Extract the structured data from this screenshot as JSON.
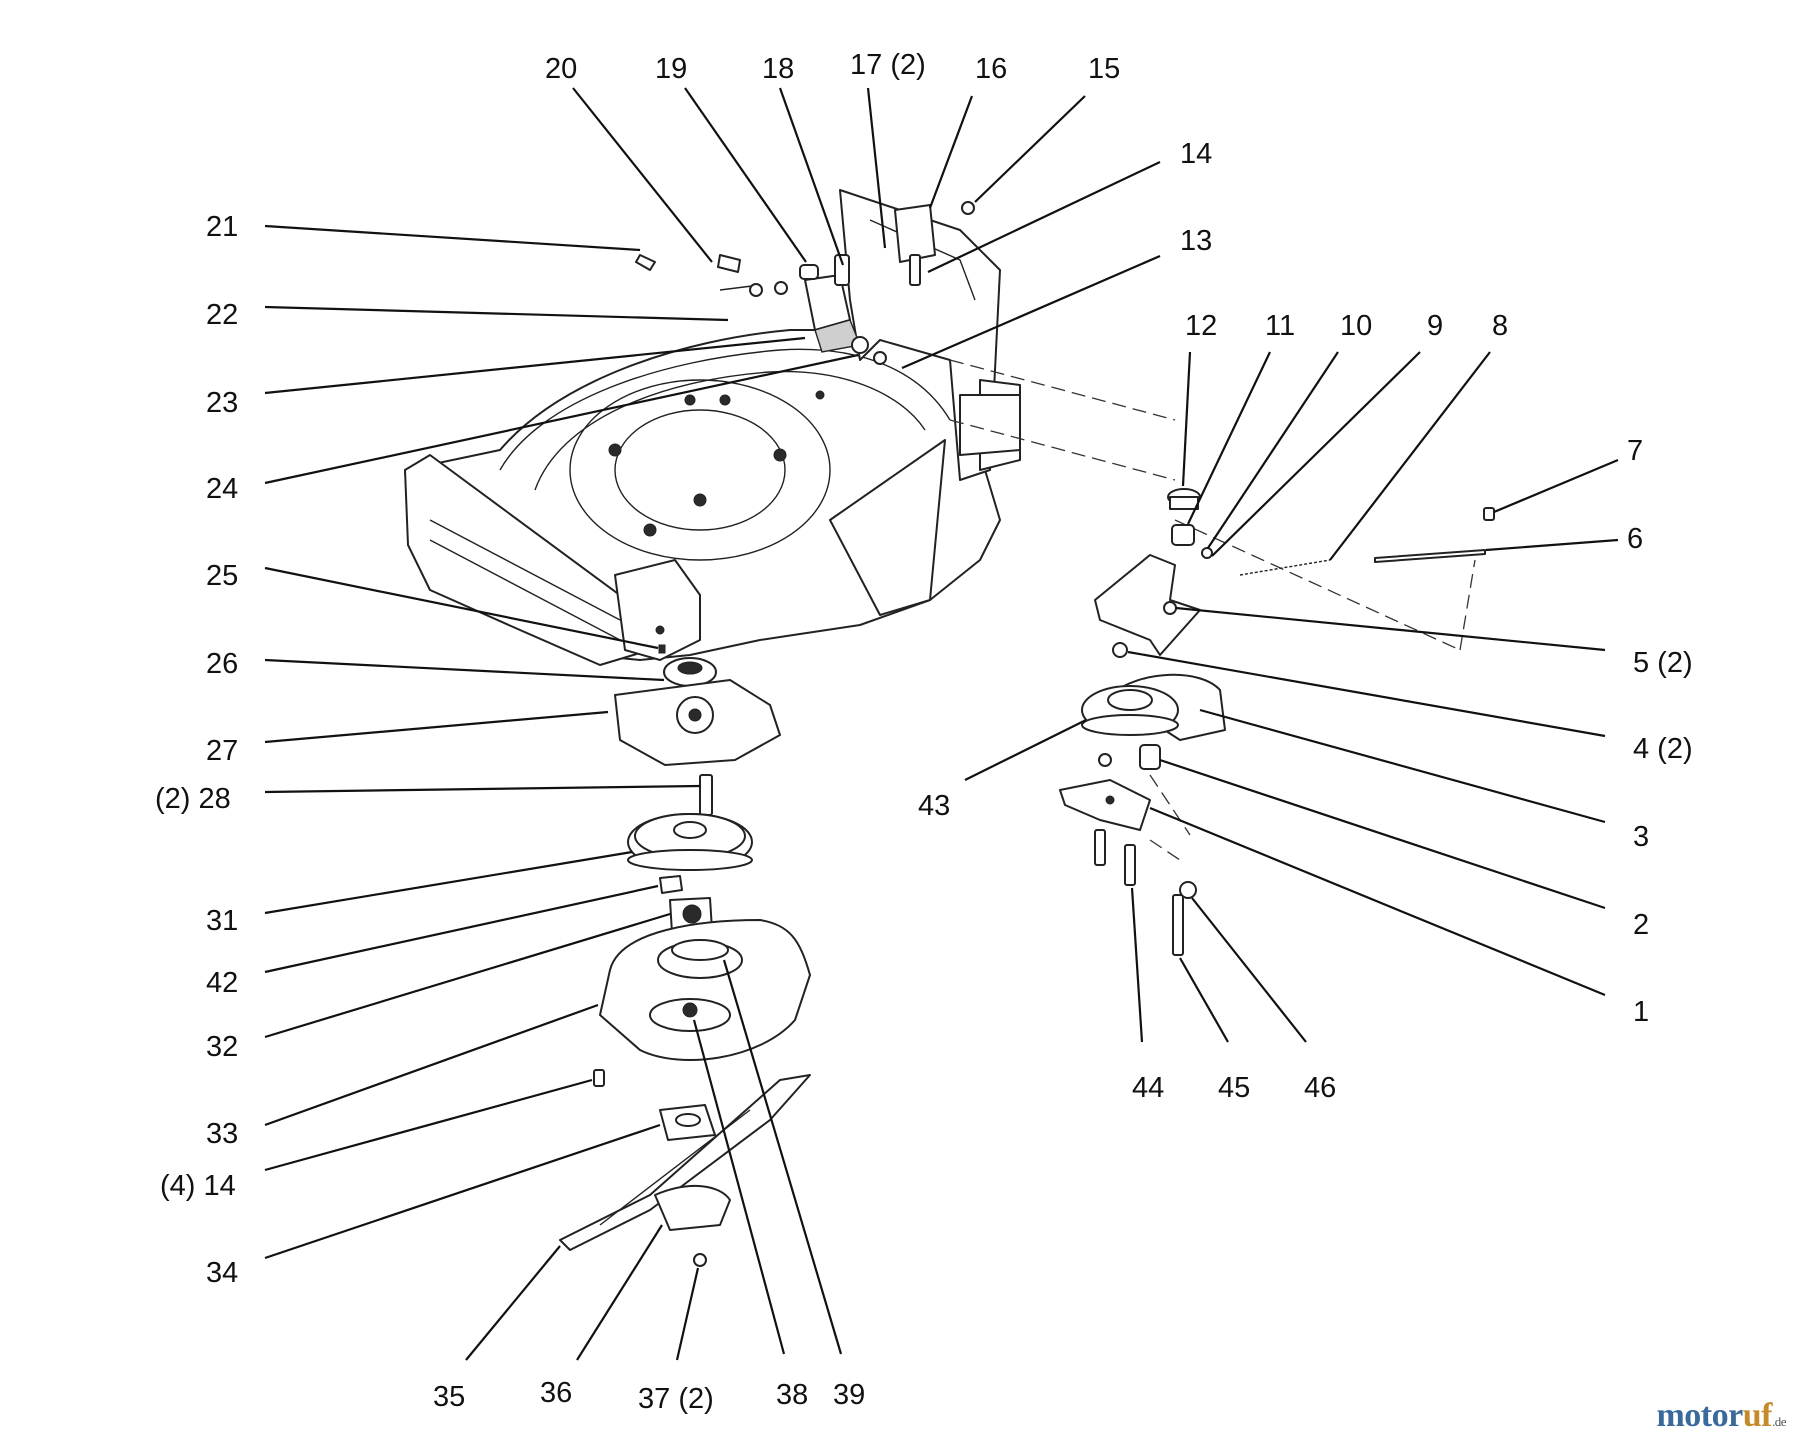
{
  "labels": [
    {
      "id": "1",
      "text": "1"
    },
    {
      "id": "2",
      "text": "2"
    },
    {
      "id": "3",
      "text": "3"
    },
    {
      "id": "4",
      "text": "4 (2)"
    },
    {
      "id": "5",
      "text": "5 (2)"
    },
    {
      "id": "6",
      "text": "6"
    },
    {
      "id": "7",
      "text": "7"
    },
    {
      "id": "8",
      "text": "8"
    },
    {
      "id": "9",
      "text": "9"
    },
    {
      "id": "10",
      "text": "10"
    },
    {
      "id": "11",
      "text": "11"
    },
    {
      "id": "12",
      "text": "12"
    },
    {
      "id": "13",
      "text": "13"
    },
    {
      "id": "14",
      "text": "14"
    },
    {
      "id": "15",
      "text": "15"
    },
    {
      "id": "16",
      "text": "16"
    },
    {
      "id": "17",
      "text": "17 (2)"
    },
    {
      "id": "18",
      "text": "18"
    },
    {
      "id": "19",
      "text": "19"
    },
    {
      "id": "20",
      "text": "20"
    },
    {
      "id": "21",
      "text": "21"
    },
    {
      "id": "22",
      "text": "22"
    },
    {
      "id": "23",
      "text": "23"
    },
    {
      "id": "24",
      "text": "24"
    },
    {
      "id": "25",
      "text": "25"
    },
    {
      "id": "26",
      "text": "26"
    },
    {
      "id": "27",
      "text": "27"
    },
    {
      "id": "28",
      "text": "(2) 28"
    },
    {
      "id": "31",
      "text": "31"
    },
    {
      "id": "42",
      "text": "42"
    },
    {
      "id": "32",
      "text": "32"
    },
    {
      "id": "33",
      "text": "33"
    },
    {
      "id": "14b",
      "text": "(4) 14"
    },
    {
      "id": "34",
      "text": "34"
    },
    {
      "id": "35",
      "text": "35"
    },
    {
      "id": "36",
      "text": "36"
    },
    {
      "id": "37",
      "text": "37 (2)"
    },
    {
      "id": "38",
      "text": "38"
    },
    {
      "id": "39",
      "text": "39"
    },
    {
      "id": "43",
      "text": "43"
    },
    {
      "id": "44",
      "text": "44"
    },
    {
      "id": "45",
      "text": "45"
    },
    {
      "id": "46",
      "text": "46"
    }
  ],
  "watermark": {
    "part_a": "motor",
    "part_b": "uf",
    "tld": ".de"
  }
}
